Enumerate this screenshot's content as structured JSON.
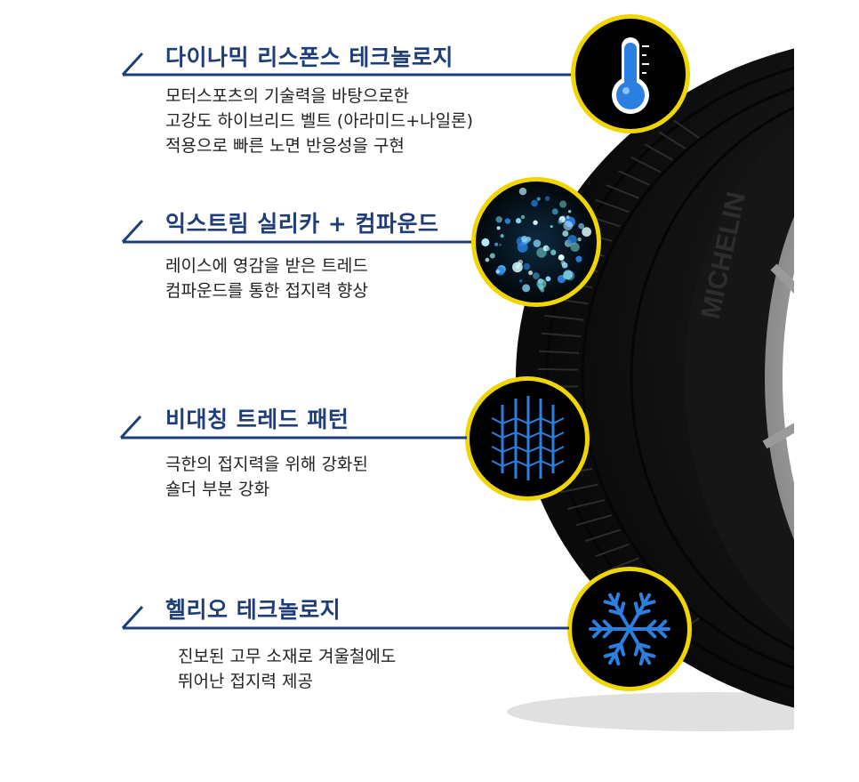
{
  "colors": {
    "title": "#1f3e78",
    "line": "#1f3e78",
    "text": "#222222",
    "badge_ring": "#f0d600",
    "badge_bg": "#000000",
    "icon_blue": "#2a7fe0",
    "tire": "#141414"
  },
  "tire": {
    "sidewall_brand": "MICHELIN"
  },
  "features": [
    {
      "title": "다이나믹 리스폰스 테크놀로지",
      "icon": "thermometer-icon",
      "desc": [
        "모터스포츠의 기술력을 바탕으로한",
        "고강도 하이브리드 벨트 (아라미드+나일론)",
        "적용으로 빠른 노면 반응성을 구현"
      ]
    },
    {
      "title": "익스트림 실리카 + 컴파운드",
      "icon": "silica-particles-icon",
      "desc": [
        "레이스에 영감을 받은 트레드",
        "컴파운드를 통한 접지력 향상"
      ]
    },
    {
      "title": "비대칭 트레드 패턴",
      "icon": "tread-pattern-icon",
      "desc": [
        "극한의 접지력을 위해 강화된",
        "숄더 부분 강화"
      ]
    },
    {
      "title": "헬리오 테크놀로지",
      "icon": "snowflake-icon",
      "desc": [
        "진보된 고무 소재로 겨울철에도",
        "뛰어난 접지력 제공"
      ]
    }
  ]
}
